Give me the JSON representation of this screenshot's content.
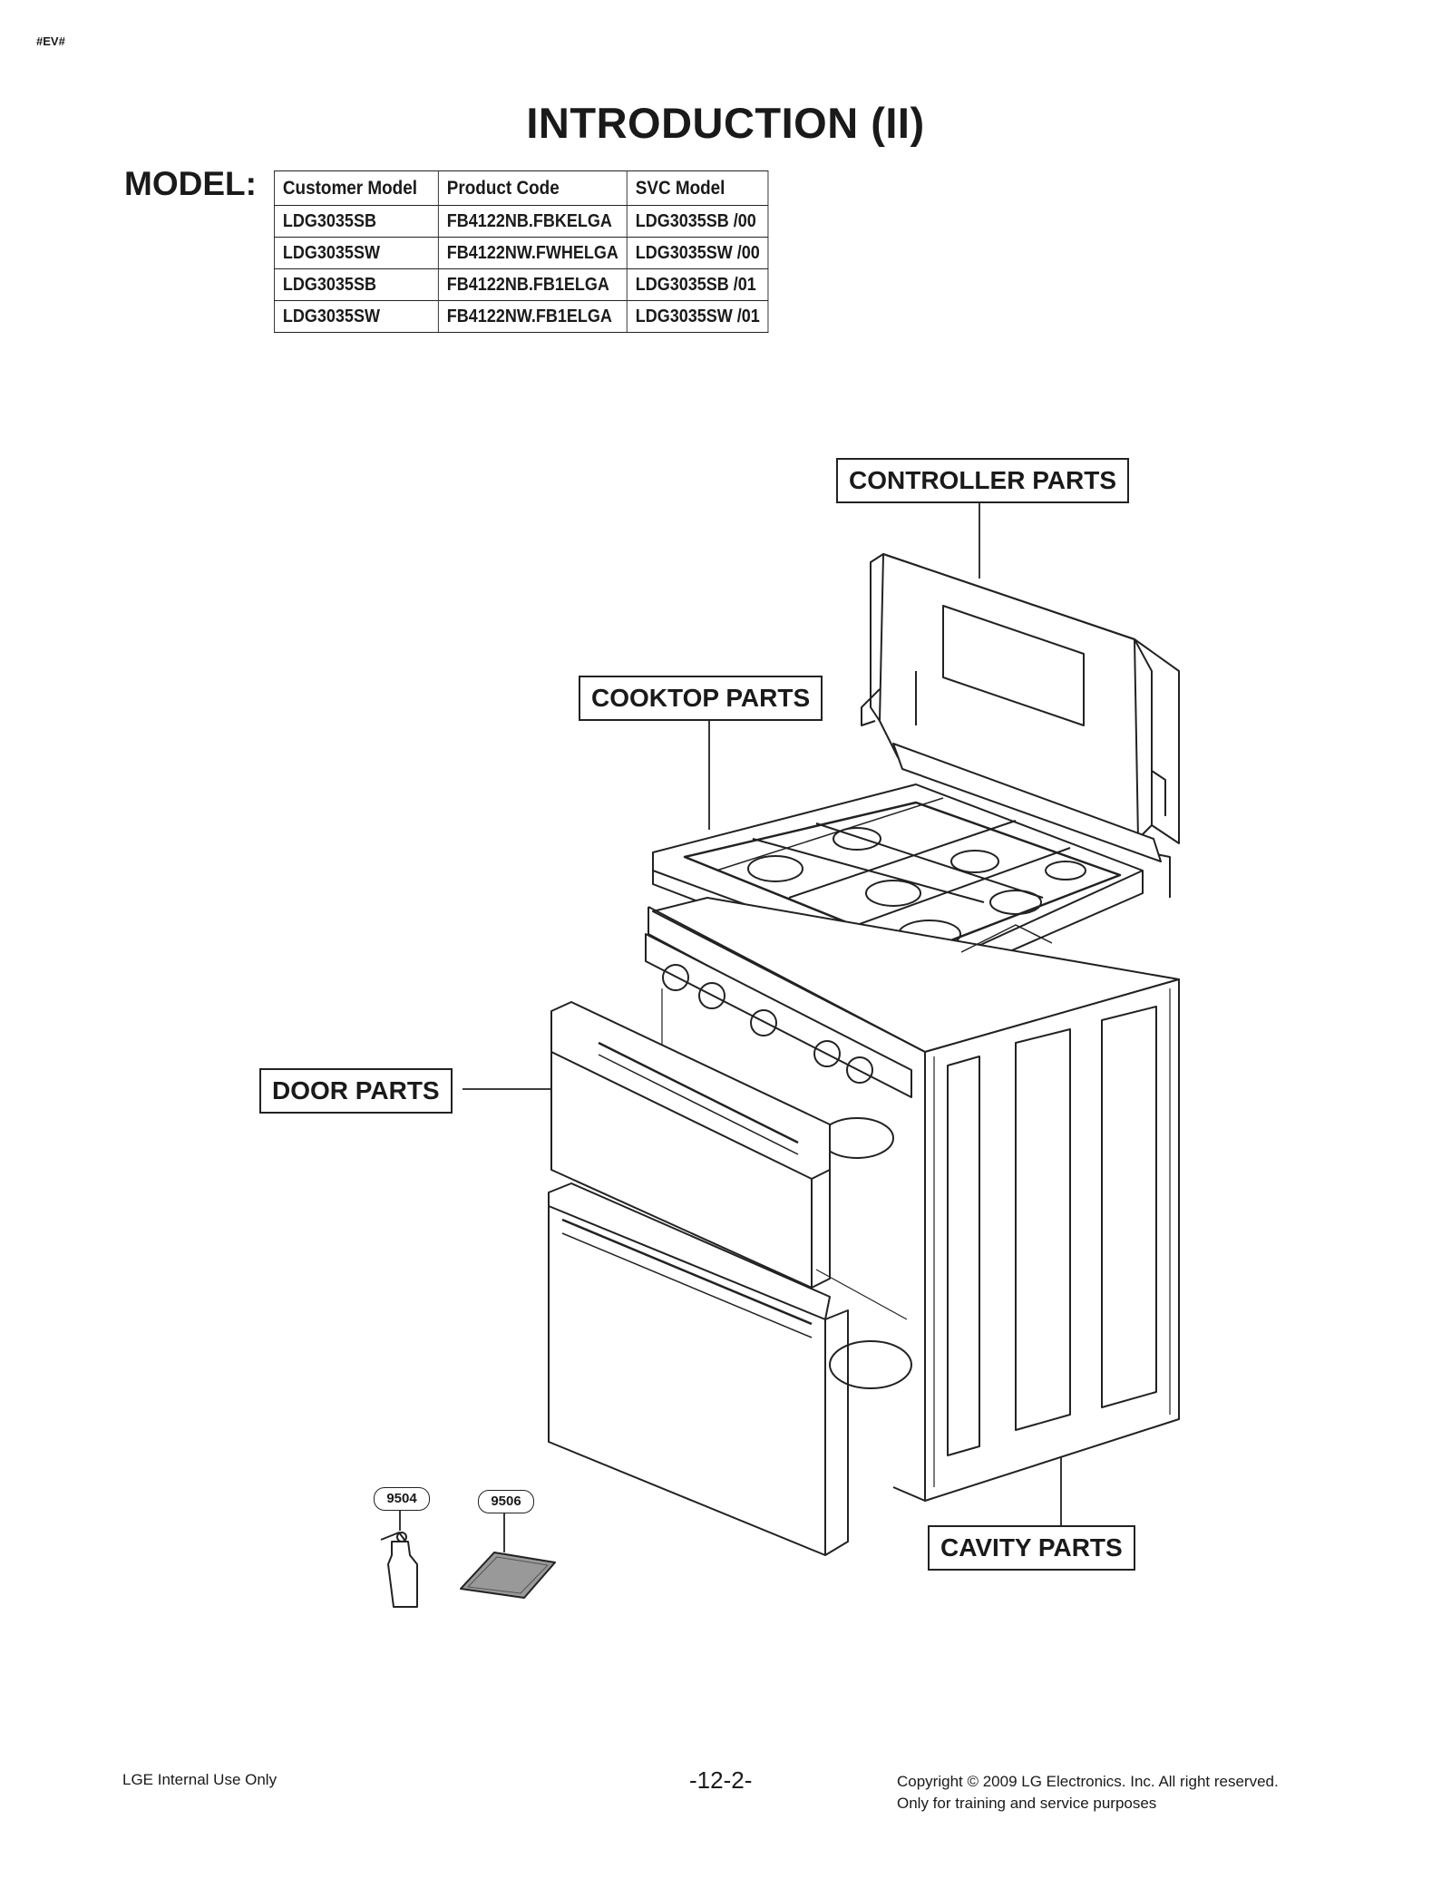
{
  "header_tag": "#EV#",
  "title": "INTRODUCTION (II)",
  "model_label": "MODEL:",
  "model_table": {
    "headers": [
      "Customer Model",
      "Product Code",
      "SVC Model"
    ],
    "rows": [
      [
        "LDG3035SB",
        "FB4122NB.FBKELGA",
        "LDG3035SB /00"
      ],
      [
        "LDG3035SW",
        "FB4122NW.FWHELGA",
        "LDG3035SW /00"
      ],
      [
        "LDG3035SB",
        "FB4122NB.FB1ELGA",
        "LDG3035SB /01"
      ],
      [
        "LDG3035SW",
        "FB4122NW.FB1ELGA",
        "LDG3035SW /01"
      ]
    ]
  },
  "callouts": {
    "controller": "CONTROLLER PARTS",
    "cooktop": "COOKTOP PARTS",
    "door": "DOOR PARTS",
    "cavity": "CAVITY PARTS"
  },
  "part_numbers": {
    "sprayer": "9504",
    "pad": "9506"
  },
  "footer": {
    "left": "LGE Internal Use Only",
    "page": "-12-2-",
    "copyright_line1": "Copyright © 2009 LG Electronics. Inc. All right reserved.",
    "copyright_line2": "Only for training and service purposes"
  }
}
